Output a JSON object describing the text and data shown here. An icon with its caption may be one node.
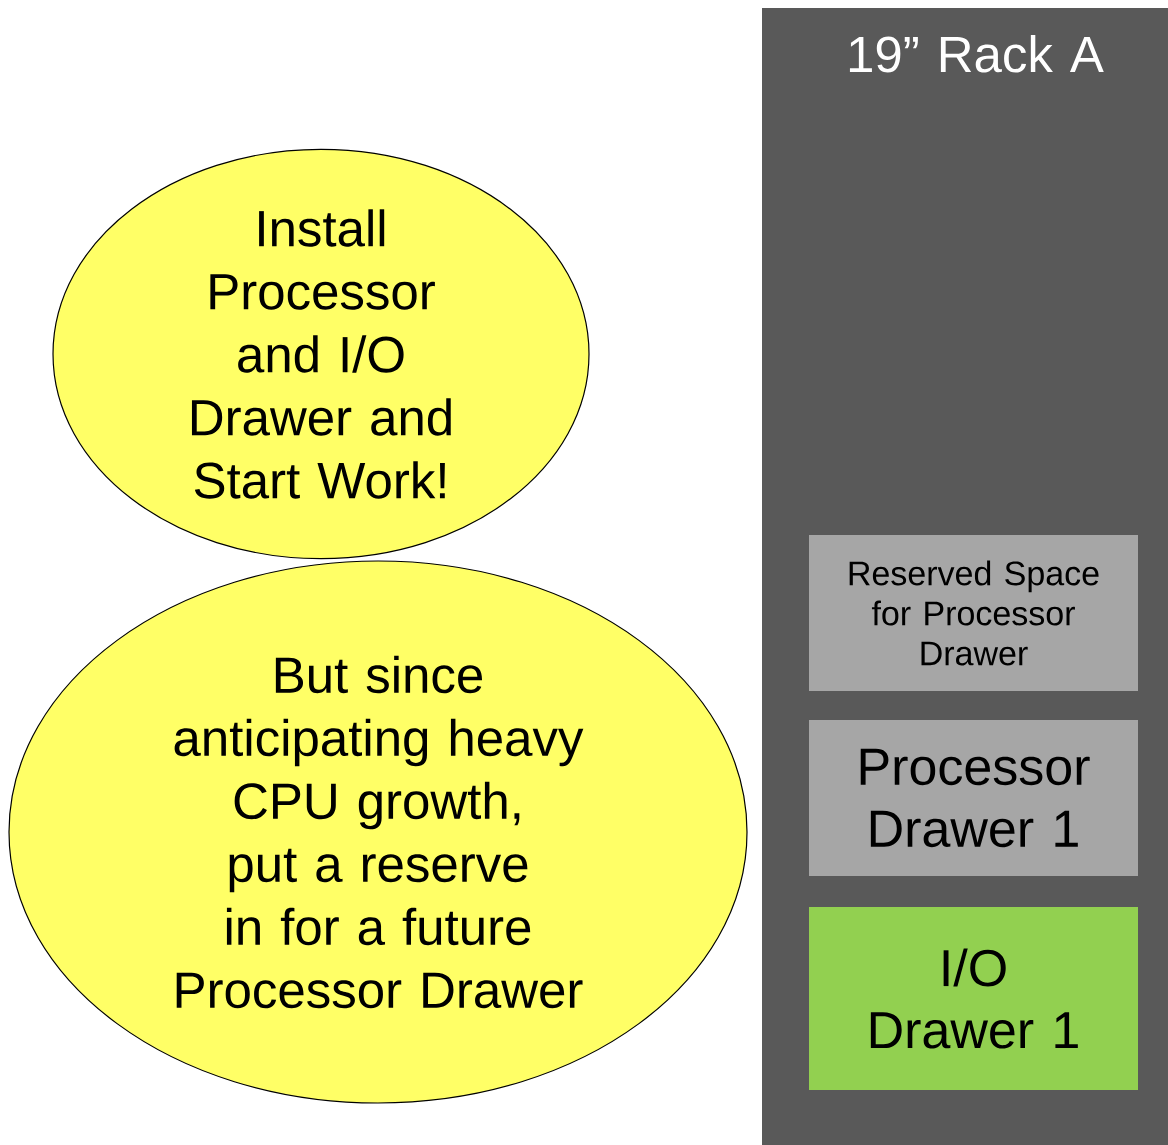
{
  "diagram": {
    "nodes": [
      {
        "text": [
          "Install Processor and I/O Drawer and Start Work!"
        ]
      },
      {
        "text": [
          "But since anticipating heavy CPU growth, put a reserve in for a future Processor Drawer"
        ]
      },
      {
        "text": [
          "19” Rack A"
        ]
      },
      {
        "text": [
          "Reserved Space for Processor Drawer"
        ],
        "in": 2
      },
      {
        "text": [
          "Processor Drawer 1"
        ],
        "in": 2
      },
      {
        "text": [
          "I/O Drawer 1"
        ],
        "in": 2
      }
    ]
  }
}
